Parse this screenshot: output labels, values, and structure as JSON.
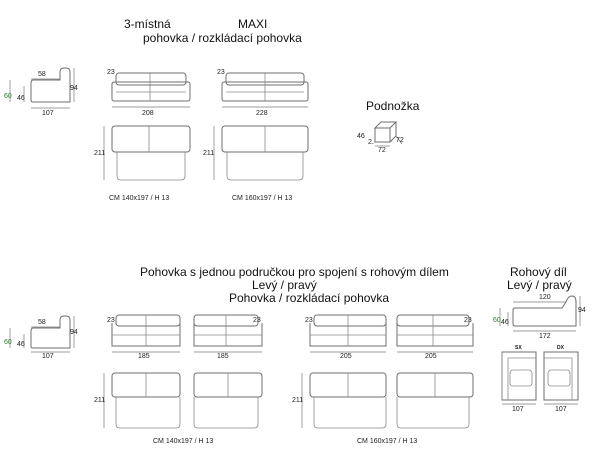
{
  "headings": {
    "three_seat": "3-místná",
    "maxi": "MAXI",
    "sofa_bed_top": "pohovka / rozkládací pohovka",
    "footstool": "Podnožka",
    "arm_sofa": "Pohovka s jednou područkou pro spojení s rohovým dílem",
    "left_right": "Levý / pravý",
    "sofa_bed_bottom": "Pohovka / rozkládací pohovka",
    "corner": "Rohový díl",
    "corner_left_right": "Levý / pravý"
  },
  "colors": {
    "line": "#6f6f6f",
    "accent_green": "#2e7d32"
  },
  "side_view_top": {
    "depth_seat": "58",
    "height_total": "60",
    "seat_height": "46",
    "width": "107",
    "height_back": "94"
  },
  "three_seat": {
    "arm": "23",
    "width": "208",
    "length_open": "211",
    "bed": "CM 140x197 / H 13"
  },
  "maxi": {
    "arm": "23",
    "width": "228",
    "length_open": "211",
    "bed": "CM 160x197 / H 13"
  },
  "footstool_dims": {
    "height": "46",
    "depth": "72",
    "width": "72",
    "mark": "2."
  },
  "side_view_bottom": {
    "depth_seat": "58",
    "height_total": "60",
    "seat_height": "46",
    "width": "107",
    "height_back": "94"
  },
  "arm_140": {
    "arm_left": "23",
    "arm_right": "23",
    "width_left": "185",
    "width_right": "185",
    "length_open": "211",
    "bed": "CM 140x197 / H 13"
  },
  "arm_160": {
    "arm_left": "23",
    "arm_right": "23",
    "width_left": "205",
    "width_right": "205",
    "length_open": "211",
    "bed": "CM 160x197 / H 13"
  },
  "corner_dims": {
    "depth": "120",
    "height_total": "60",
    "seat_height": "46",
    "width": "172",
    "height_back": "94",
    "label_sx": "SX",
    "label_dx": "DX",
    "width_sx": "107",
    "width_dx": "107"
  }
}
